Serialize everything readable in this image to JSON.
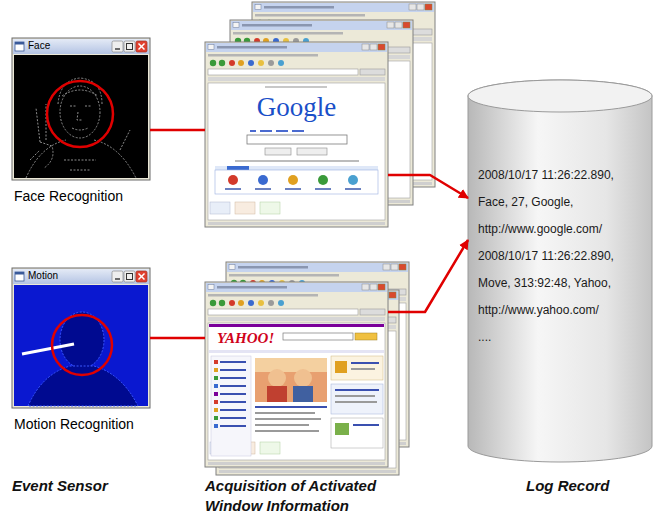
{
  "diagram": {
    "nodes": [
      {
        "text": [
          "Face",
          "Face Recognition"
        ]
      },
      {
        "text": [
          "Google"
        ]
      },
      {
        "text": [
          "2008/10/17 11:26:22.890,",
          "Face, 27, Google,",
          "http://www.google.com/",
          "2008/10/17 11:26:22.890,",
          "Move, 313:92:48, Yahoo,",
          "http://www.yahoo.com/",
          "...."
        ]
      },
      {
        "text": [
          "Motion",
          "Motion Recognition"
        ]
      },
      {
        "text": [
          "YAHOO!"
        ]
      }
    ],
    "edges": [
      {
        "from": 0,
        "to": 1,
        "arrow": "none"
      },
      {
        "from": 1,
        "to": 2,
        "arrow": "to"
      },
      {
        "from": 3,
        "to": 4,
        "arrow": "none"
      },
      {
        "from": 4,
        "to": 2,
        "arrow": "to"
      }
    ],
    "labels": [
      "Event Sensor",
      "Acquisition of Activated Window Information",
      "Log Record"
    ]
  }
}
